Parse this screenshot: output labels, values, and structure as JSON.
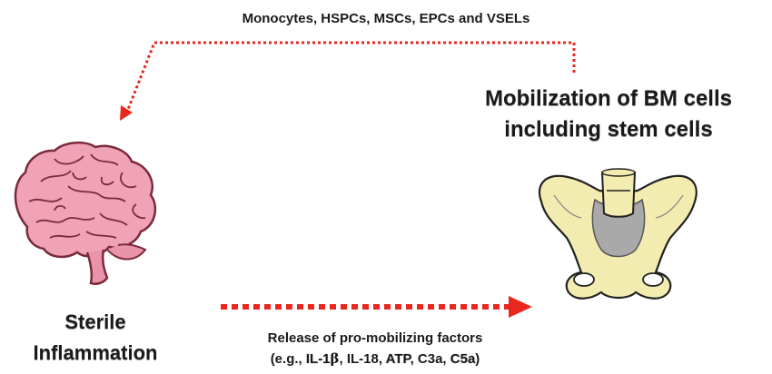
{
  "top_arrow_label": "Monocytes, HSPCs, MSCs, EPCs and VSELs",
  "mobilization_title_line1": "Mobilization of BM cells",
  "mobilization_title_line2": "including stem cells",
  "sterile_line1": "Sterile",
  "sterile_line2": "Inflammation",
  "release_line1": "Release of pro-mobilizing factors",
  "release_line2": {
    "prefix": "(e.g., ",
    "il1": "IL-1",
    "beta": "β",
    "mid1": ", IL-18, ",
    "atp": "ATP",
    "mid2": ", C3a, ",
    "c5a": "C5a",
    "suffix": ")"
  },
  "colors": {
    "arrow": "#e8281e",
    "brain": "#f0a3b6",
    "brain_outline": "#7a2a3a",
    "bone": "#f3ecb0",
    "bone_outline": "#222222",
    "marrow": "#a9a9a9"
  },
  "icons": [
    "brain-icon",
    "pelvis-icon"
  ]
}
